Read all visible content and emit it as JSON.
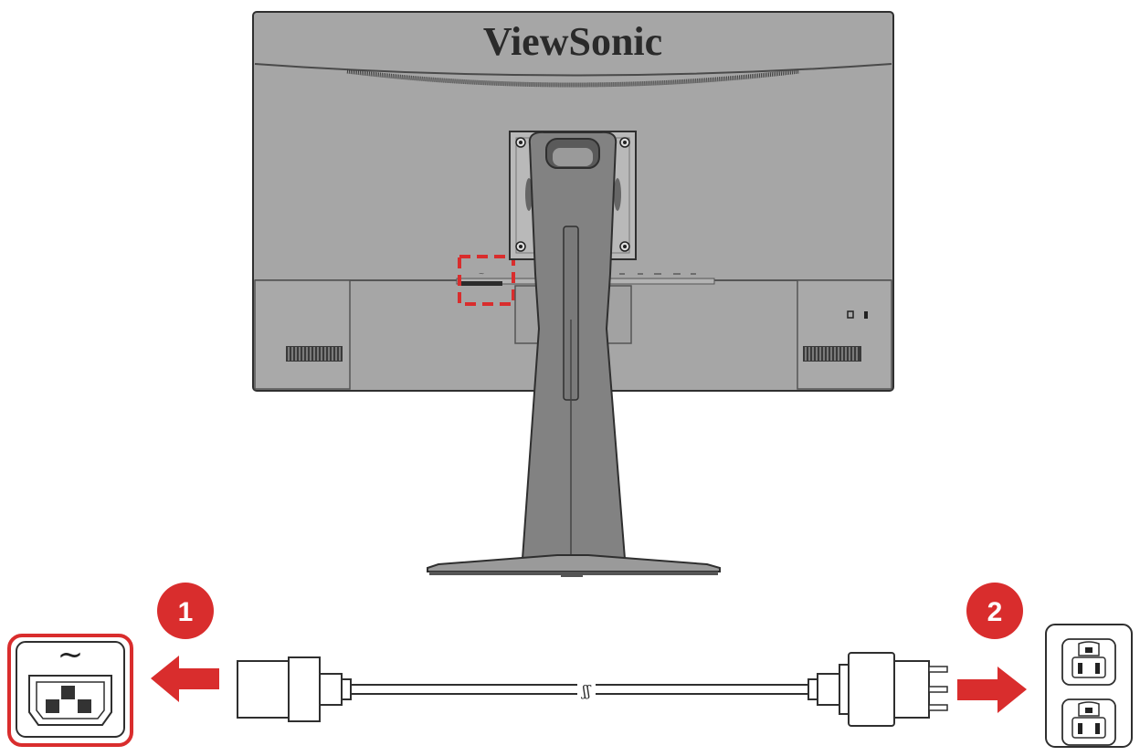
{
  "monitor": {
    "brand": "ViewSonic",
    "rear_port_symbol": "~"
  },
  "steps": [
    {
      "number": "1",
      "target": "AC power inlet on monitor"
    },
    {
      "number": "2",
      "target": "Wall power outlet"
    }
  ],
  "ac_inlet": {
    "symbol": "~"
  },
  "cable": {
    "break_symbol": "ʃʃ"
  },
  "colors": {
    "accent": "#d92d2d",
    "monitor_body": "#a5a5a5",
    "monitor_dark": "#7c7c7c",
    "outline": "#2f2f2f"
  },
  "icons": [
    "arrow-left-icon",
    "arrow-right-icon",
    "power-plug-icon",
    "power-outlet-icon",
    "ac-inlet-icon"
  ]
}
